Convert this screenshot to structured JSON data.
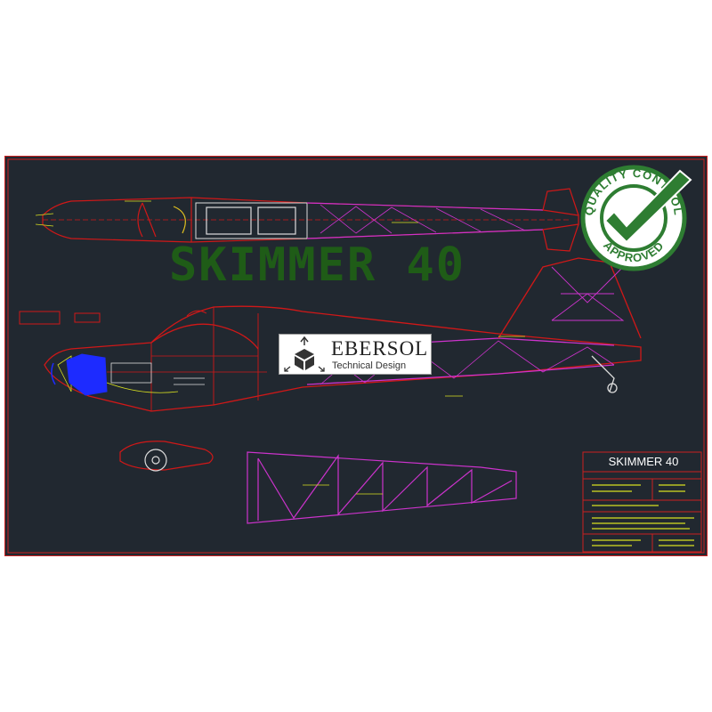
{
  "watermark_text": "SKIMMER 40",
  "logo": {
    "name": "EBERSOL",
    "subtitle": "Technical Design"
  },
  "title_block": {
    "title": "SKIMMER 40"
  },
  "badge": {
    "text": "QUALITY CONTROL APPROVED",
    "color": "#2e7d32"
  },
  "colors": {
    "background": "#212830",
    "frame": "#cc2020",
    "structure": "#d01818",
    "truss": "#cc33cc",
    "engine": "#1d2bff",
    "dimension": "#d8e020",
    "watermark": "#1f5f16"
  },
  "icons": [
    "cube-icon",
    "checkmark-icon"
  ]
}
